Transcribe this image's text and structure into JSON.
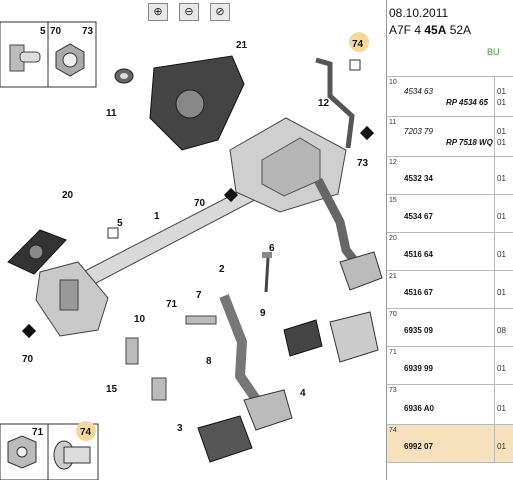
{
  "toolbar": {
    "zoom_in_icon": "⊕",
    "zoom_out_icon": "⊖",
    "fit_icon": "⊘"
  },
  "header": {
    "date": "08.10.2011",
    "model_prefix": "A7F 4 ",
    "model_bold": "45A",
    "model_suffix": " 52A",
    "bu": "BU"
  },
  "parts": [
    {
      "ref": "10",
      "part": "4534 63",
      "rp": "RP 4534 65",
      "qty1": "01",
      "qty2": "01"
    },
    {
      "ref": "11",
      "part": "7203 79",
      "rp": "RP 7518 WQ",
      "qty1": "01",
      "qty2": "01"
    },
    {
      "ref": "12",
      "part": "4532 34",
      "qty1": "01"
    },
    {
      "ref": "15",
      "part": "4534 67",
      "qty1": "01"
    },
    {
      "ref": "20",
      "part": "4516 64",
      "qty1": "01"
    },
    {
      "ref": "21",
      "part": "4516 67",
      "qty1": "01"
    },
    {
      "ref": "70",
      "part": "6935 09",
      "qty1": "08"
    },
    {
      "ref": "71",
      "part": "6939 99",
      "qty1": "01"
    },
    {
      "ref": "73",
      "part": "6936 A0",
      "qty1": "01"
    },
    {
      "ref": "74",
      "part": "6992 07",
      "qty1": "01"
    }
  ],
  "diagram": {
    "callouts": [
      "1",
      "2",
      "3",
      "4",
      "5",
      "6",
      "7",
      "8",
      "9",
      "10",
      "11",
      "12",
      "15",
      "20",
      "21",
      "70",
      "70",
      "71",
      "73",
      "74"
    ],
    "inset_top": [
      "5",
      "70",
      "73"
    ],
    "inset_bottom": [
      "71",
      "74"
    ],
    "highlight_color": "#f6d99a",
    "selected_ref": "74"
  }
}
